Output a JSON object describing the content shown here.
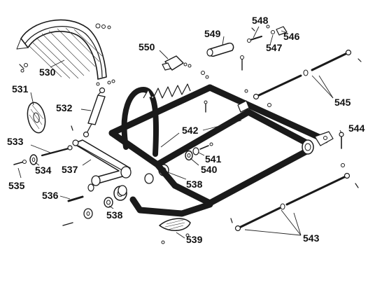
{
  "diagram": {
    "parts": [
      {
        "id": "p530",
        "number": "530"
      },
      {
        "id": "p531",
        "number": "531"
      },
      {
        "id": "p532",
        "number": "532"
      },
      {
        "id": "p533",
        "number": "533"
      },
      {
        "id": "p534",
        "number": "534"
      },
      {
        "id": "p535",
        "number": "535"
      },
      {
        "id": "p536",
        "number": "536"
      },
      {
        "id": "p537",
        "number": "537"
      },
      {
        "id": "p538a",
        "number": "538"
      },
      {
        "id": "p538b",
        "number": "538"
      },
      {
        "id": "p539",
        "number": "539"
      },
      {
        "id": "p540",
        "number": "540"
      },
      {
        "id": "p541",
        "number": "541"
      },
      {
        "id": "p542",
        "number": "542"
      },
      {
        "id": "p543",
        "number": "543"
      },
      {
        "id": "p544",
        "number": "544"
      },
      {
        "id": "p545",
        "number": "545"
      },
      {
        "id": "p546",
        "number": "546"
      },
      {
        "id": "p547",
        "number": "547"
      },
      {
        "id": "p548",
        "number": "548"
      },
      {
        "id": "p549",
        "number": "549"
      },
      {
        "id": "p550",
        "number": "550"
      }
    ]
  }
}
